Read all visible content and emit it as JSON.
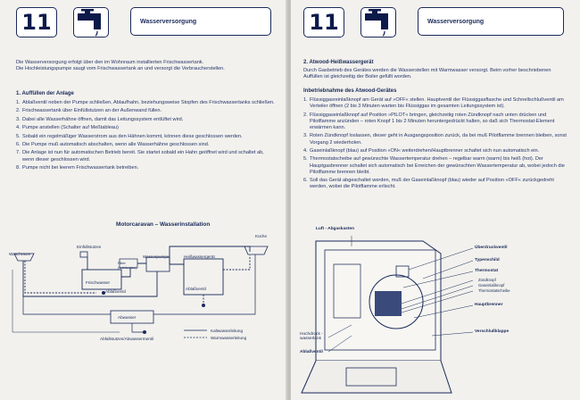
{
  "left": {
    "page_number": "11",
    "icon": "faucet-icon",
    "title": "Wasserversorgung",
    "intro": [
      "Die Wasserversorgung erfolgt über den im Wohnraum installierten Frischwassertank.",
      "Die Hochleistungspumpe saugt vom Frischwassertank an und versorgt die Verbraucherstellen."
    ],
    "section_heading": "1. Auffüllen der Anlage",
    "steps": [
      {
        "n": "1.",
        "text": "Ablaßventil neben der Pumpe schließen, Ablaufhahn, beziehungsweise Stopfen des Frischwassertanks schließen."
      },
      {
        "n": "2.",
        "text": "Frischwassertank über Einfüllstutzen an der Außenwand füllen."
      },
      {
        "n": "3.",
        "text": "Dabei alle Wasserhähne öffnen, damit das Leitungssystem entlüftet wird."
      },
      {
        "n": "4.",
        "text": "Pumpe anstellen (Schalter auf Meßtableau)"
      },
      {
        "n": "5.",
        "text": "Sobald ein regelmäßiger Wasserstrom aus den Hähnen kommt, können diese geschlossen werden."
      },
      {
        "n": "6.",
        "text": "Die Pumpe muß automatisch abschalten, wenn alle Wasserhähne geschlossen sind."
      },
      {
        "n": "7.",
        "text": "Die Anlage ist nun für automatischen Betrieb bereit. Sie startet sobald ein Hahn geöffnet wird und schaltet ab, wenn dieser geschlossen wird."
      },
      {
        "n": "8.",
        "text": "Pumpe nicht bei leerem Frischwassertank betreiben."
      }
    ],
    "diagram": {
      "title": "Motorcaravan – Wasserinstallation",
      "labels": {
        "waschraum": "Waschraum",
        "einfuellstutzen": "Einfüllstutzen",
        "filter": "Filter (wahlweise)",
        "wasserpumpe": "Wasserpumpe",
        "heisswassergeraet": "Heißwassergerät",
        "kueche": "Küche",
        "frischwasser": "Frischwasser",
        "ablassventil_1": "Ablaßventil",
        "ablassventil_2": "Ablaßventil",
        "abwasser": "Abwasser",
        "abwasser_ablass": "Abfallstutzen/Abwassermentil",
        "legend_kalt": "Kaltwasserleitung",
        "legend_warm": "Warmwasserleitung"
      }
    }
  },
  "right": {
    "page_number": "11",
    "icon": "faucet-icon",
    "title": "Wasserversorgung",
    "section_heading": "2. Atwood-Heißwassergerät",
    "intro": "Durch Gasbetrieb des Gerätes werden die Wasserstellen mit Warmwasser versorgt. Beim vorher beschriebenen Auffüllen ist gleichzeitig der Boiler gefüllt worden.",
    "sub_heading": "Inbetriebnahme des Atwood-Gerätes",
    "steps": [
      {
        "n": "1.",
        "text": "Flüssiggasreinlaßknopf am Gerät auf »OFF« stellen. Hauptventil der Flüssiggasflasche und Schnellschlußventil am Verteiler öffnen (2 bis 3 Minuten warten bis Flüssiggas im gesamten Leitungssystem ist)."
      },
      {
        "n": "2.",
        "text": "Flüssiggaseinlaßknopf auf Position »PILOT« bringen, gleichzeitig roten Zündknopf nach unten drücken und Pilotflamme anzünden – roten Knopf 1 bis 2 Minuten heruntergedrückt halten, so daß sich Thermostat-Element erwärmen kann."
      },
      {
        "n": "3.",
        "text": "Roten Zündknopf loslassen, dieser geht in Ausgangsposition zurück, da bei muß Pilotflamme brennen bleiben, sonst Vorgang 2 wiederholen."
      },
      {
        "n": "4.",
        "text": "Gaseinlaßknopf (blau) auf Position »ON« weiterdrehen/Hauptbrenner schaltet sich nun automatisch ein."
      },
      {
        "n": "5.",
        "text": "Thermostatscheibe auf gewünschte Wassertemperatur drehen – regelbar warm (warm) bis heiß (hot). Der Hauptgasbrenner schaltet sich automatisch bei Erreichen der gewünschten Wassertemperatur ab, wobei jedoch die Pilotflamme brennen bleibt."
      },
      {
        "n": "6.",
        "text": "Soll das Gerät abgeschaltet werden, muß der Gaseinlaßknopf (blau) wieder auf Position »OFF« zurückgedreht werden, wobei die Pilotflamme erlischt."
      }
    ],
    "figure_labels": {
      "luft_abgaskasten": "Luft - Abgaskasten",
      "ueberdruckventil": "Überdruckventil",
      "typenschild": "Typenschild",
      "thermostat": "Thermostat",
      "zuendknopf": "Zündknopf",
      "gaseinlassknopf": "Gaseinlaßknopf",
      "thermostatscheibe": "Thermostatscheibe",
      "hauptbrenner": "Hauptbrenner",
      "hochdruck_wasserlank": "Hochdruck - wasserlank",
      "verschlussklappe": "Verschlußklappe",
      "ablassventil": "Ablaßventil"
    }
  }
}
